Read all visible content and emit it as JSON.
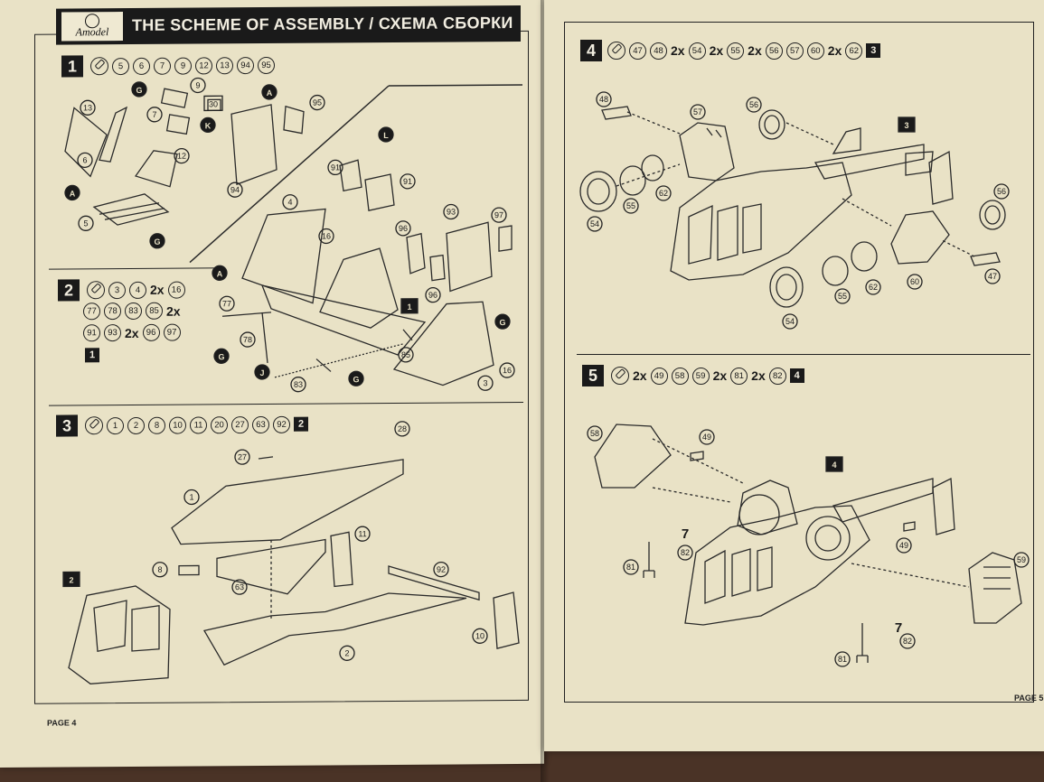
{
  "header": {
    "logo": "Amodel",
    "title": "THE SCHEME OF ASSEMBLY / СХЕМА СБОРКИ"
  },
  "colors": {
    "paper": "#e9e2c6",
    "ink": "#1a1a1a",
    "background": "#4a3326"
  },
  "steps": {
    "s1": {
      "num": "1",
      "parts": [
        "5",
        "6",
        "7",
        "9",
        "12",
        "13",
        "94",
        "95"
      ]
    },
    "s2": {
      "num": "2",
      "row1": [
        "3",
        "4"
      ],
      "row1_x": "2x",
      "row1_b": [
        "16"
      ],
      "row2": [
        "77",
        "78",
        "83",
        "85"
      ],
      "row2_x": "2x",
      "row3": [
        "91",
        "93"
      ],
      "row3_x": "2x",
      "row3_b": [
        "96",
        "97"
      ],
      "ref": "1"
    },
    "s3": {
      "num": "3",
      "parts": [
        "1",
        "2",
        "8",
        "10",
        "11",
        "20",
        "27",
        "63",
        "92"
      ],
      "ref": "2"
    },
    "s4": {
      "num": "4",
      "a": [
        "47",
        "48"
      ],
      "x1": "2x",
      "b": [
        "54"
      ],
      "x2": "2x",
      "c": [
        "55"
      ],
      "x3": "2x",
      "d": [
        "56",
        "57",
        "60"
      ],
      "x4": "2x",
      "e": [
        "62"
      ],
      "ref": "3"
    },
    "s5": {
      "num": "5",
      "x1": "2x",
      "a": [
        "49",
        "58",
        "59"
      ],
      "x2": "2x",
      "b": [
        "81"
      ],
      "x3": "2x",
      "c": [
        "82"
      ],
      "ref": "4"
    }
  },
  "callouts": {
    "s1": [
      "13",
      "6",
      "9",
      "7",
      "30",
      "95",
      "12",
      "94",
      "5"
    ],
    "s1_letters": [
      "G",
      "K",
      "A",
      "L",
      "A",
      "G"
    ],
    "s2": [
      "4",
      "16",
      "91",
      "91",
      "96",
      "93",
      "97",
      "77",
      "78",
      "83",
      "85",
      "96",
      "3",
      "16"
    ],
    "s2_letters": [
      "A",
      "G",
      "J",
      "G",
      "G"
    ],
    "s2_ref": "1",
    "s3": [
      "28",
      "27",
      "1",
      "8",
      "63",
      "11",
      "92",
      "10",
      "2"
    ],
    "s3_ref": "2",
    "s4": [
      "48",
      "57",
      "56",
      "54",
      "55",
      "62",
      "56",
      "55",
      "62",
      "60",
      "47",
      "54"
    ],
    "s4_ref": "3",
    "s5": [
      "58",
      "49",
      "81",
      "82",
      "49",
      "59",
      "81",
      "82"
    ],
    "s5_ref": "4",
    "marks": [
      "7",
      "7"
    ]
  },
  "footer": {
    "left": "PAGE 4",
    "right": "PAGE 5"
  }
}
